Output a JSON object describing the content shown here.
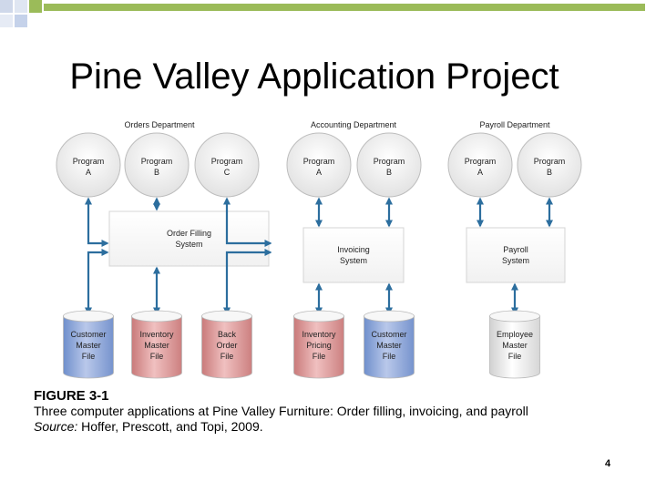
{
  "slide": {
    "title": "Pine Valley Application Project",
    "page_number": "4"
  },
  "figure": {
    "departments": [
      {
        "name": "Orders Department",
        "programs": [
          {
            "line1": "Program",
            "line2": "A"
          },
          {
            "line1": "Program",
            "line2": "B"
          },
          {
            "line1": "Program",
            "line2": "C"
          }
        ],
        "system": {
          "line1": "Order Filling",
          "line2": "System"
        },
        "files": [
          {
            "lines": [
              "Customer",
              "Master",
              "File"
            ],
            "color": "blue"
          },
          {
            "lines": [
              "Inventory",
              "Master",
              "File"
            ],
            "color": "red"
          },
          {
            "lines": [
              "Back",
              "Order",
              "File"
            ],
            "color": "red"
          }
        ]
      },
      {
        "name": "Accounting Department",
        "programs": [
          {
            "line1": "Program",
            "line2": "A"
          },
          {
            "line1": "Program",
            "line2": "B"
          }
        ],
        "system": {
          "line1": "Invoicing",
          "line2": "System"
        },
        "files": [
          {
            "lines": [
              "Inventory",
              "Pricing",
              "File"
            ],
            "color": "red"
          },
          {
            "lines": [
              "Customer",
              "Master",
              "File"
            ],
            "color": "blue"
          }
        ]
      },
      {
        "name": "Payroll Department",
        "programs": [
          {
            "line1": "Program",
            "line2": "A"
          },
          {
            "line1": "Program",
            "line2": "B"
          }
        ],
        "system": {
          "line1": "Payroll",
          "line2": "System"
        },
        "files": [
          {
            "lines": [
              "Employee",
              "Master",
              "File"
            ],
            "color": "gray"
          }
        ]
      }
    ],
    "colors": {
      "arrow": "#2c6e9e",
      "file_blue": "#8fa6d6",
      "file_red": "#d98c8c",
      "file_gray": "#e4e4e4",
      "accent_green": "#9bbb59"
    }
  },
  "caption": {
    "label": "FIGURE 3-1",
    "description": "Three computer applications at Pine Valley Furniture: Order filling, invoicing, and payroll",
    "source_label": "Source:",
    "source_text": " Hoffer, Prescott, and Topi, 2009."
  }
}
